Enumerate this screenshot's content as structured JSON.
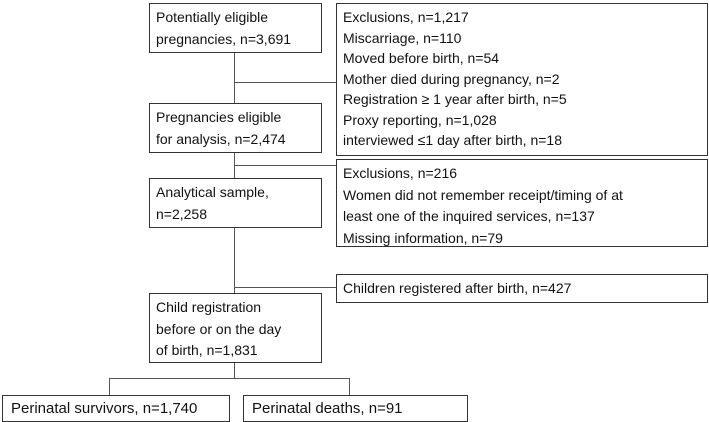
{
  "boxes": {
    "potentially_eligible": [
      "Potentially eligible",
      "pregnancies, n=3,691"
    ],
    "exclusions_1": [
      "Exclusions, n=1,217",
      "Miscarriage, n=110",
      "Moved before birth, n=54",
      "Mother died during pregnancy, n=2",
      "Registration ≥ 1 year after birth, n=5",
      "Proxy reporting, n=1,028",
      "interviewed ≤1 day after birth, n=18"
    ],
    "eligible_analysis": [
      "Pregnancies eligible",
      "for analysis, n=2,474"
    ],
    "exclusions_2": [
      "Exclusions, n=216",
      "Women did not remember receipt/timing of at",
      "least one of the inquired services, n=137",
      "Missing information, n=79"
    ],
    "analytical_sample": [
      "Analytical sample,",
      "n=2,258"
    ],
    "registered_after": [
      "Children registered after birth, n=427"
    ],
    "registration_before": [
      "Child registration",
      "before or on the day",
      "of birth, n=1,831"
    ],
    "survivors": [
      "Perinatal survivors, n=1,740"
    ],
    "deaths": [
      "Perinatal deaths, n=91"
    ]
  }
}
